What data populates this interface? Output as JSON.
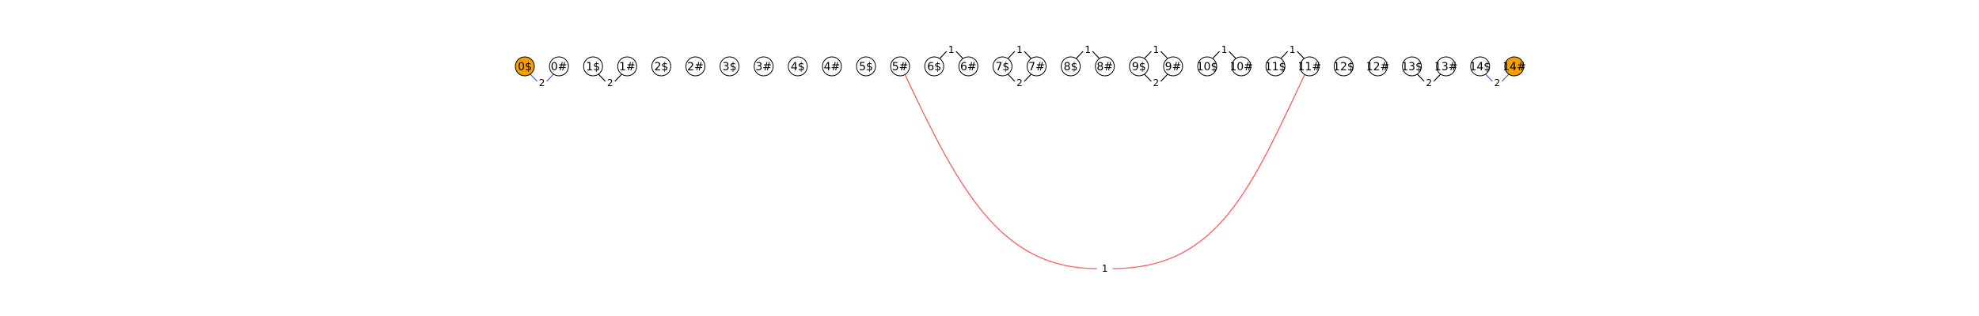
{
  "colors": {
    "background": "#ffffff",
    "node_fill": "#ffffff",
    "highlight_fill": "#f5a000",
    "stroke": "#000000",
    "local_edge": "#000000",
    "blue_edge": "#3f5fd0",
    "long_edge": "#ff5a5a"
  },
  "nodes": [
    {
      "label": "0$",
      "highlight": true
    },
    {
      "label": "0#",
      "highlight": false
    },
    {
      "label": "1$",
      "highlight": false
    },
    {
      "label": "1#",
      "highlight": false
    },
    {
      "label": "2$",
      "highlight": false
    },
    {
      "label": "2#",
      "highlight": false
    },
    {
      "label": "3$",
      "highlight": false
    },
    {
      "label": "3#",
      "highlight": false
    },
    {
      "label": "4$",
      "highlight": false
    },
    {
      "label": "4#",
      "highlight": false
    },
    {
      "label": "5$",
      "highlight": false
    },
    {
      "label": "5#",
      "highlight": false
    },
    {
      "label": "6$",
      "highlight": false
    },
    {
      "label": "6#",
      "highlight": false
    },
    {
      "label": "7$",
      "highlight": false
    },
    {
      "label": "7#",
      "highlight": false
    },
    {
      "label": "8$",
      "highlight": false
    },
    {
      "label": "8#",
      "highlight": false
    },
    {
      "label": "9$",
      "highlight": false
    },
    {
      "label": "9#",
      "highlight": false
    },
    {
      "label": "10$",
      "highlight": false
    },
    {
      "label": "10#",
      "highlight": false
    },
    {
      "label": "11$",
      "highlight": false
    },
    {
      "label": "11#",
      "highlight": false
    },
    {
      "label": "12$",
      "highlight": false
    },
    {
      "label": "12#",
      "highlight": false
    },
    {
      "label": "13$",
      "highlight": false
    },
    {
      "label": "13#",
      "highlight": false
    },
    {
      "label": "14$",
      "highlight": false
    },
    {
      "label": "14#",
      "highlight": true
    }
  ],
  "edges": [
    {
      "from": 0,
      "to": 1,
      "label": "2",
      "side": "below",
      "color": "blue"
    },
    {
      "from": 2,
      "to": 3,
      "label": "2",
      "side": "below",
      "color": "black"
    },
    {
      "from": 12,
      "to": 13,
      "label": "1",
      "side": "above",
      "color": "black"
    },
    {
      "from": 14,
      "to": 15,
      "label": "1",
      "side": "above",
      "color": "black"
    },
    {
      "from": 14,
      "to": 15,
      "label": "2",
      "side": "below",
      "color": "black"
    },
    {
      "from": 16,
      "to": 17,
      "label": "1",
      "side": "above",
      "color": "black"
    },
    {
      "from": 18,
      "to": 19,
      "label": "1",
      "side": "above",
      "color": "black"
    },
    {
      "from": 18,
      "to": 19,
      "label": "2",
      "side": "below",
      "color": "black"
    },
    {
      "from": 20,
      "to": 21,
      "label": "1",
      "side": "above",
      "color": "black"
    },
    {
      "from": 22,
      "to": 23,
      "label": "1",
      "side": "above",
      "color": "black"
    },
    {
      "from": 26,
      "to": 27,
      "label": "2",
      "side": "below",
      "color": "black"
    },
    {
      "from": 28,
      "to": 29,
      "label": "2",
      "side": "below",
      "color": "blue"
    },
    {
      "from": 11,
      "to": 23,
      "label": "1",
      "side": "below",
      "color": "long"
    }
  ]
}
